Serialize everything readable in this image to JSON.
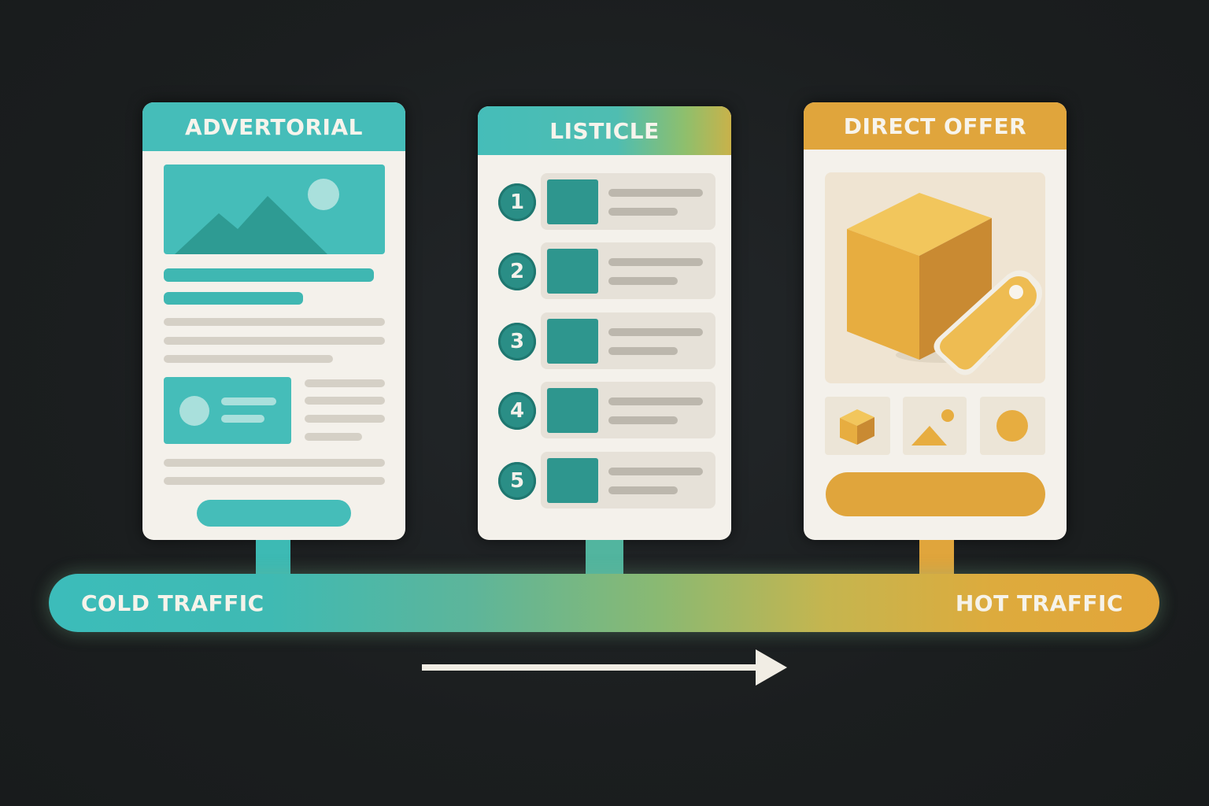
{
  "colors": {
    "background": "#1b1e1f",
    "teal": "#45bdb9",
    "dark_teal": "#2a8e86",
    "gold": "#e0a53c",
    "card": "#f4f1eb",
    "arrow": "#f1ede4"
  },
  "cards": [
    {
      "title": "ADVERTORIAL",
      "icons": [
        "image-placeholder-icon",
        "profile-card-icon"
      ]
    },
    {
      "title": "LISTICLE",
      "items": [
        "1",
        "2",
        "3",
        "4",
        "5"
      ]
    },
    {
      "title": "DIRECT OFFER",
      "icons": [
        "box-icon",
        "price-tag-icon",
        "small-box-icon",
        "image-icon",
        "circle-icon"
      ]
    }
  ],
  "traffic_bar": {
    "left_label": "COLD TRAFFIC",
    "right_label": "HOT TRAFFIC"
  },
  "arrow": {
    "icon": "arrow-right-icon"
  }
}
